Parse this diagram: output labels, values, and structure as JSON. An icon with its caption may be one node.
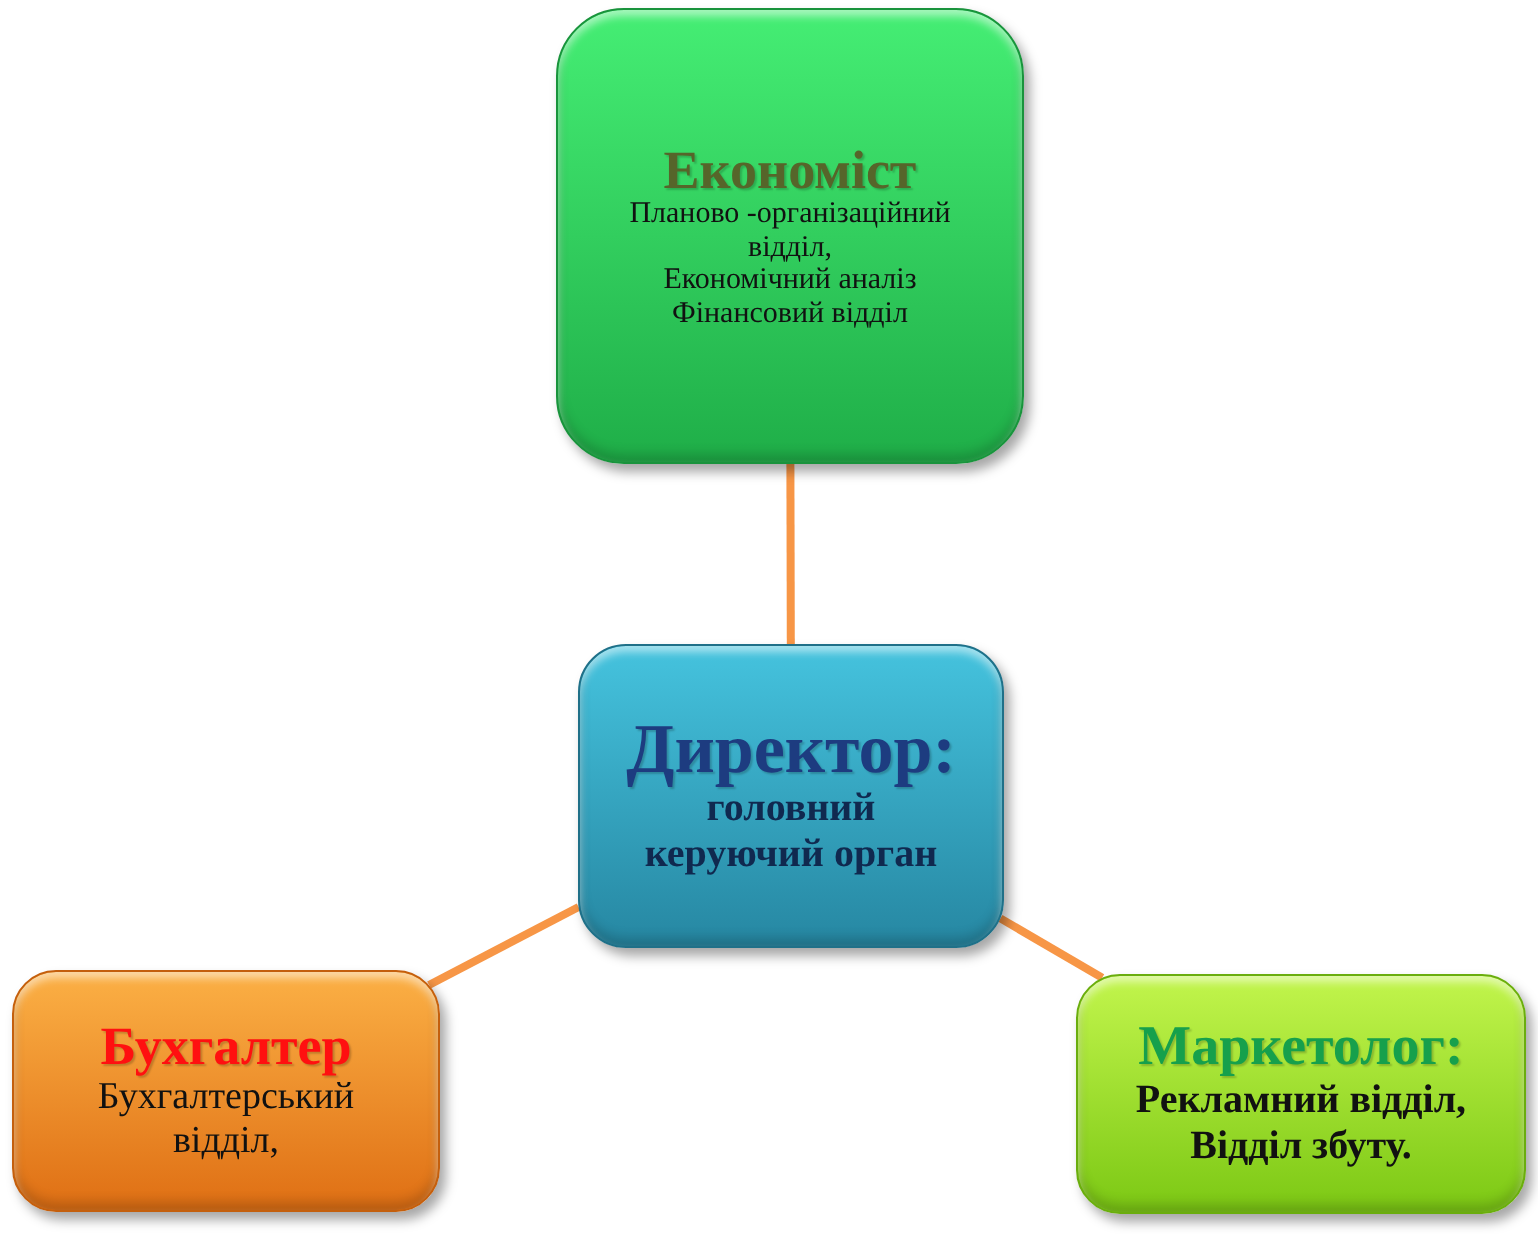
{
  "diagram": {
    "nodes": [
      {
        "text": [
          "Економіст",
          "Планово -організаційний відділ,",
          "Економічний аналіз",
          "Фінансовий відділ"
        ]
      },
      {
        "text": [
          "Директор:",
          "головний керуючий орган"
        ]
      },
      {
        "text": [
          "Бухгалтер",
          "Бухгалтерський відділ,"
        ]
      },
      {
        "text": [
          "Маркетолог:",
          "Рекламний відділ,",
          "Відділ збуту."
        ]
      }
    ],
    "edges": [
      {
        "from": 1,
        "to": 0,
        "arrow": "none"
      },
      {
        "from": 1,
        "to": 2,
        "arrow": "none"
      },
      {
        "from": 1,
        "to": 3,
        "arrow": "none"
      }
    ]
  }
}
